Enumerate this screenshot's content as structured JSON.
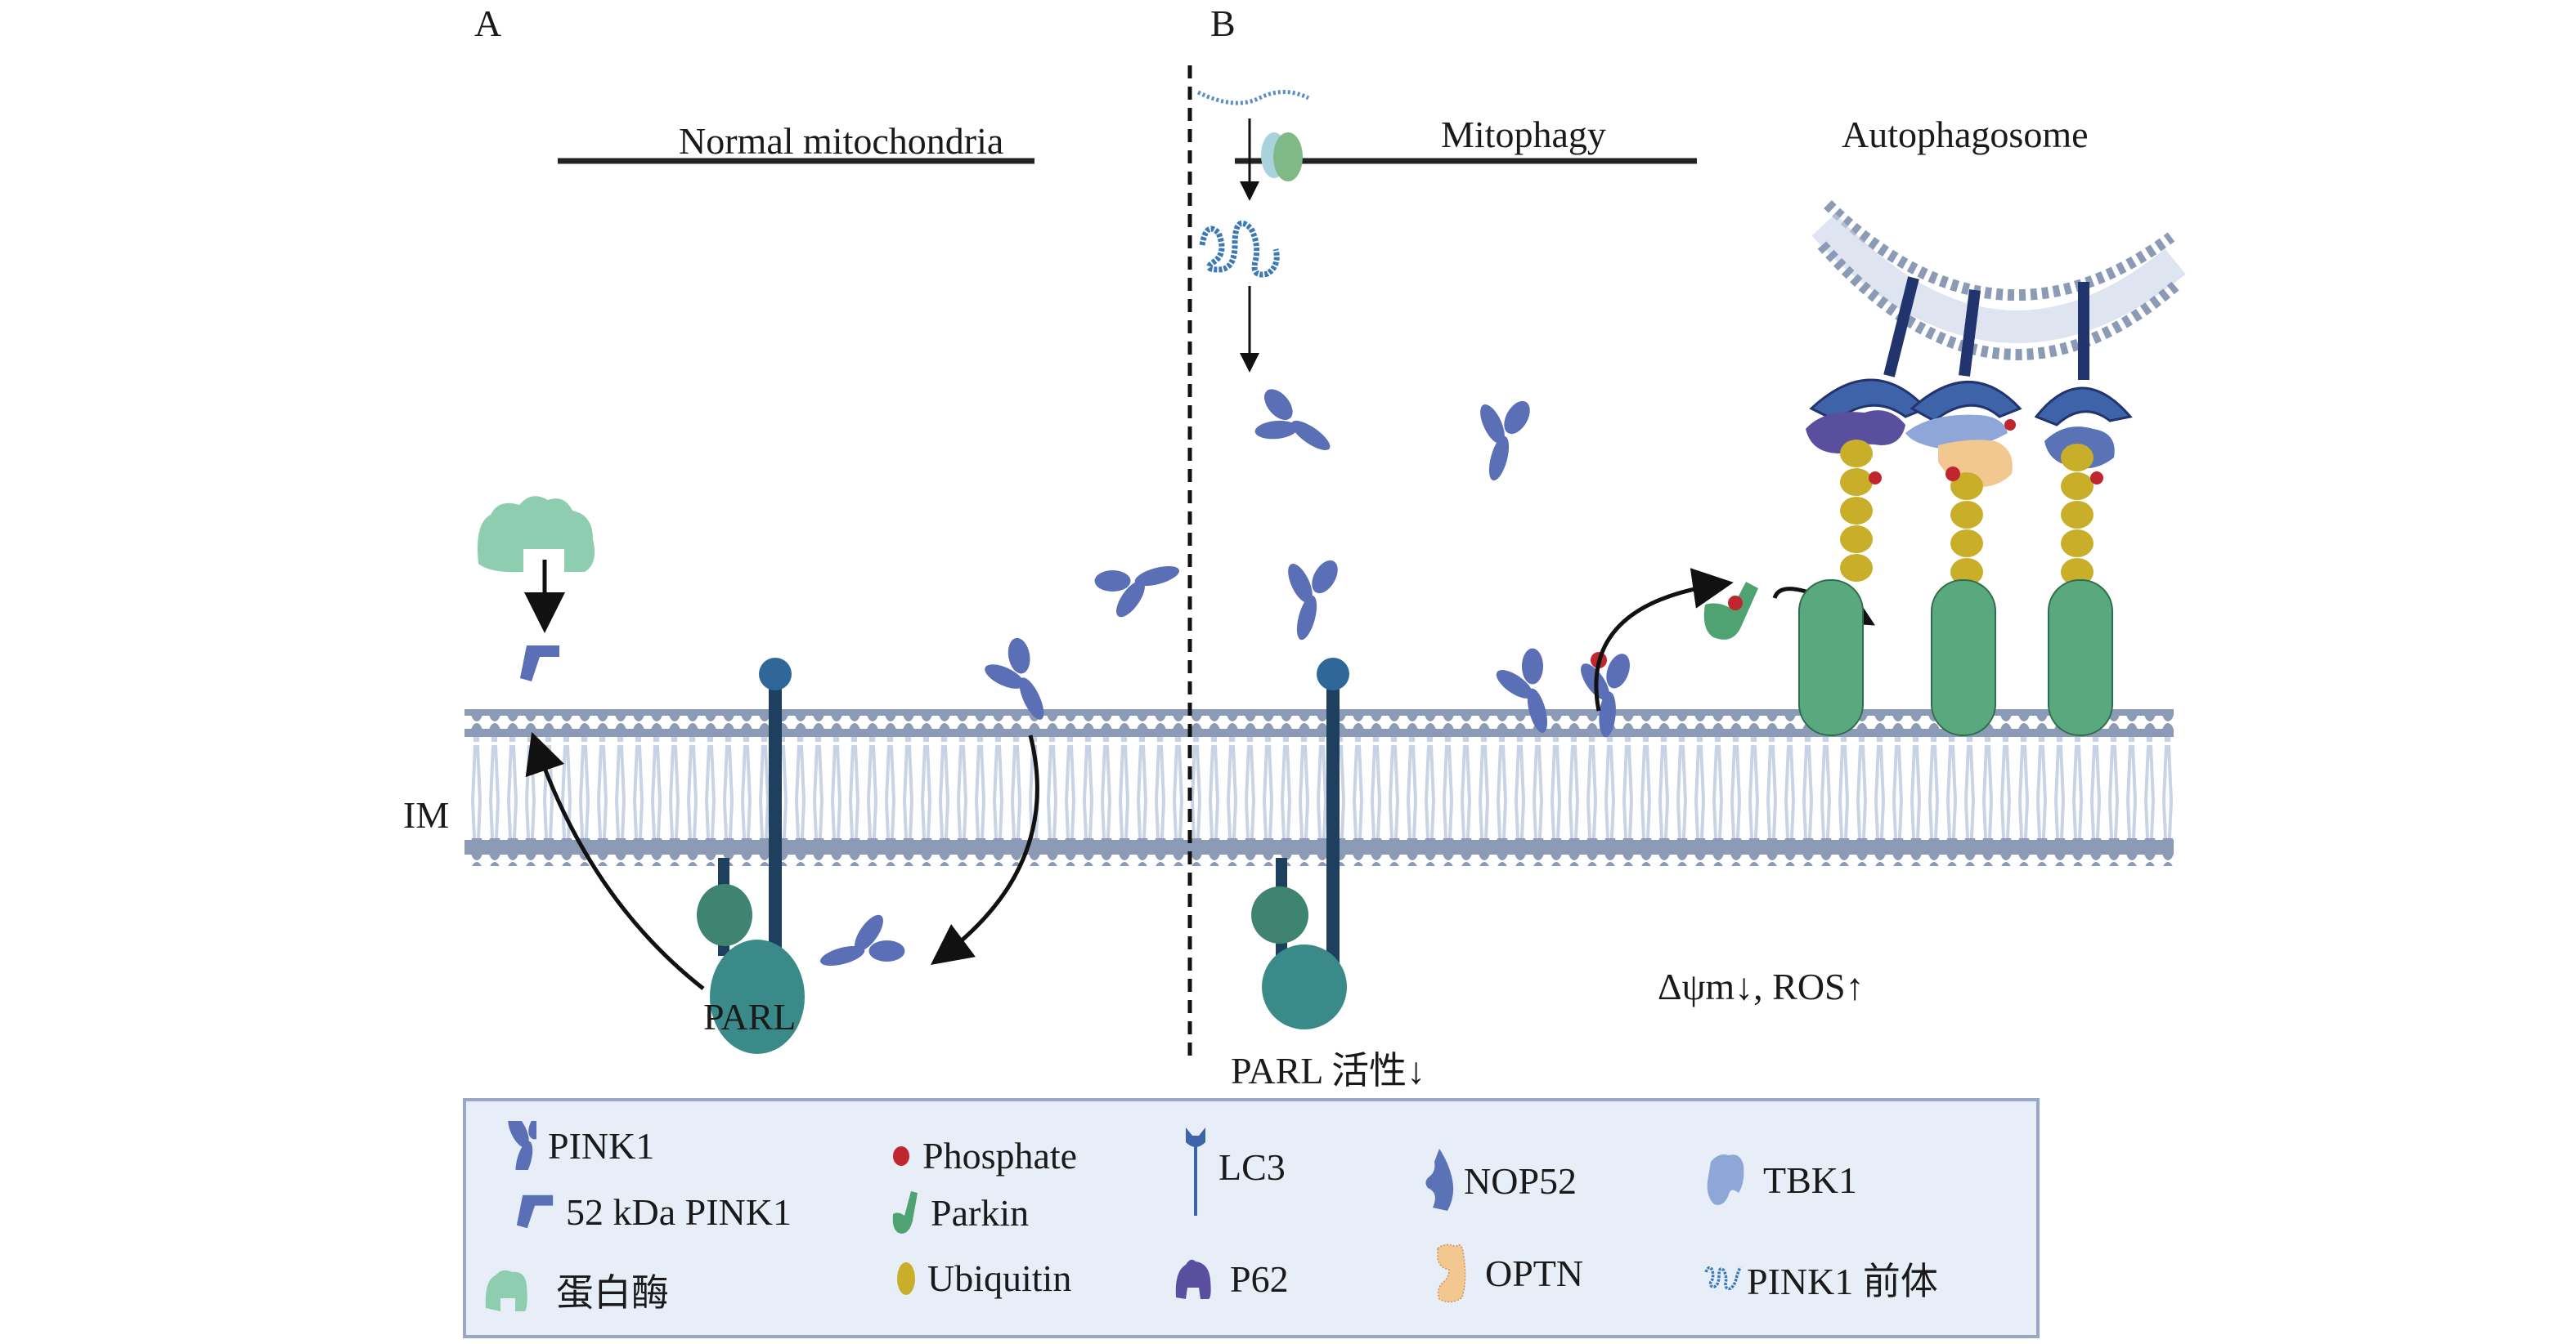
{
  "panels": {
    "a": {
      "letter": "A",
      "title": "Normal mitochondria",
      "protein_label": "PARL"
    },
    "b": {
      "letter": "B",
      "title": "Mitophagy",
      "autophagosome_title": "Autophagosome",
      "parl_activity_label": "PARL 活性↓",
      "condition_label": "Δψm↓, ROS↑"
    }
  },
  "membrane": {
    "label": "IM"
  },
  "colors": {
    "pink1": "#5a6fb5",
    "parl_outer": "#3a8a8a",
    "parl_inner": "#3e8470",
    "parl_stem": "#1f3f5f",
    "stem_head": "#2f6898",
    "membrane_head": "#8c9bb5",
    "membrane_tail": "#c8d3e6",
    "protease": "#8fcdb0",
    "parkin": "#4fa373",
    "phosphate": "#c0262e",
    "ubiquitin": "#c9ae2a",
    "lc3": "#3e63a8",
    "lc3_stem": "#22346e",
    "p62": "#5a4f9e",
    "nop52": "#5a72b6",
    "optn": "#f2c890",
    "tbk1": "#8ea6d8",
    "channel": "#5aa97e",
    "legend_bg": "#e8eef8",
    "legend_border": "#9aa8c8"
  },
  "legend": {
    "items": [
      {
        "icon": "pink1-icon",
        "label": "PINK1"
      },
      {
        "icon": "pink1-52kda-icon",
        "label": "52 kDa PINK1"
      },
      {
        "icon": "protease-icon",
        "label": "蛋白酶"
      },
      {
        "icon": "phosphate-icon",
        "label": "Phosphate"
      },
      {
        "icon": "parkin-icon",
        "label": "Parkin"
      },
      {
        "icon": "ubiquitin-icon",
        "label": "Ubiquitin"
      },
      {
        "icon": "lc3-icon",
        "label": "LC3"
      },
      {
        "icon": "p62-icon",
        "label": "P62"
      },
      {
        "icon": "nop52-icon",
        "label": "NOP52"
      },
      {
        "icon": "optn-icon",
        "label": "OPTN"
      },
      {
        "icon": "tbk1-icon",
        "label": "TBK1"
      },
      {
        "icon": "pink1-precursor-icon",
        "label": "PINK1 前体"
      }
    ]
  }
}
